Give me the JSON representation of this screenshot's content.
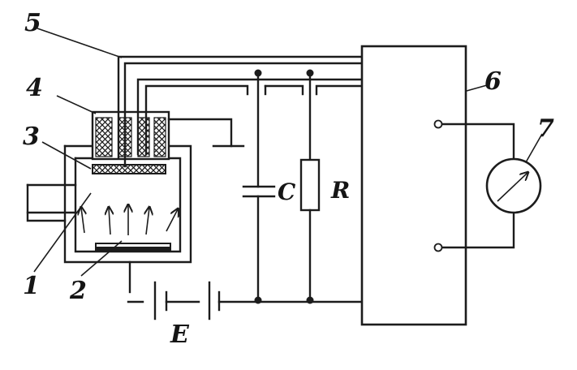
{
  "labels": {
    "n1": "1",
    "n2": "2",
    "n3": "3",
    "n4": "4",
    "n5": "5",
    "n6": "6",
    "n7": "7",
    "capacitor": "C",
    "resistor": "R",
    "battery": "E"
  },
  "colors": {
    "ink": "#1c1c1c",
    "background": "#ffffff"
  }
}
